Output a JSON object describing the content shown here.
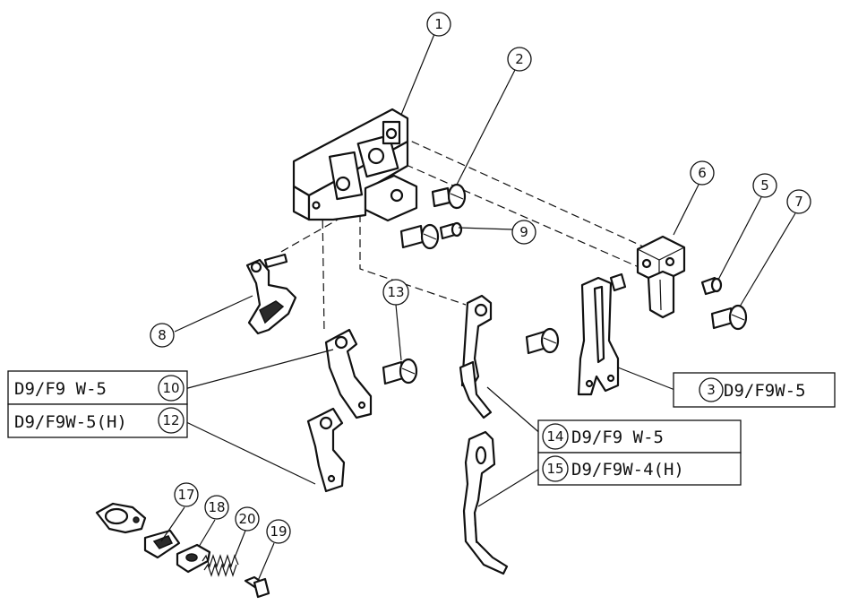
{
  "callouts": {
    "c1": "1",
    "c2": "2",
    "c3": "3",
    "c5": "5",
    "c6": "6",
    "c7": "7",
    "c8": "8",
    "c9": "9",
    "c10": "10",
    "c12": "12",
    "c13": "13",
    "c14": "14",
    "c15": "15",
    "c17": "17",
    "c18": "18",
    "c19": "19",
    "c20": "20"
  },
  "part_labels": {
    "p10": "D9/F9 W-5",
    "p12": "D9/F9W-5(H)",
    "p3": "D9/F9W-5",
    "p14": "D9/F9 W-5",
    "p15": "D9/F9W-4(H)"
  }
}
